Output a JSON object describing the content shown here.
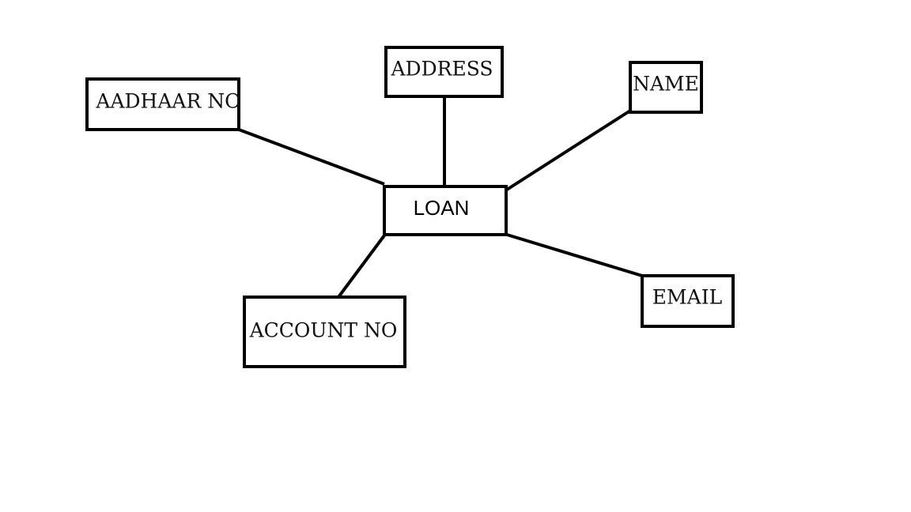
{
  "diagram": {
    "entity": {
      "label": "LOAN"
    },
    "attributes": {
      "aadhaar": {
        "label": "AADHAAR NO"
      },
      "address": {
        "label": "ADDRESS"
      },
      "name": {
        "label": "NAME"
      },
      "account": {
        "label": "ACCOUNT NO"
      },
      "email": {
        "label": "EMAIL"
      }
    },
    "colors": {
      "stroke": "#000000",
      "background": "#ffffff"
    }
  }
}
